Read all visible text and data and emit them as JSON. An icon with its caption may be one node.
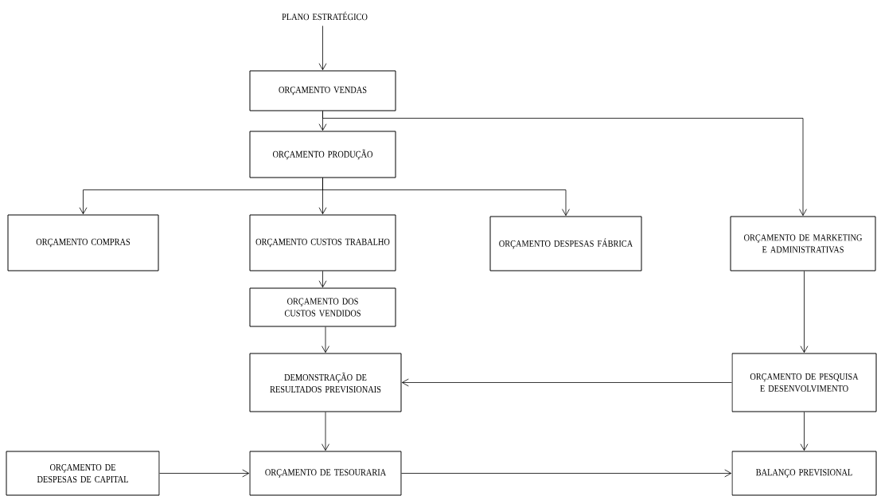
{
  "diagram": {
    "nodes": [
      {
        "text": [
          "PLANO ESTRATÉGICO"
        ]
      },
      {
        "text": [
          "ORÇAMENTO VENDAS"
        ]
      },
      {
        "text": [
          "ORÇAMENTO PRODUÇÃO"
        ]
      },
      {
        "text": [
          "ORÇAMENTO COMPRAS"
        ]
      },
      {
        "text": [
          "ORÇAMENTO CUSTOS TRABALHO"
        ]
      },
      {
        "text": [
          "ORÇAMENTO DESPESAS FÁBRICA"
        ]
      },
      {
        "text": [
          "ORÇAMENTO DE MARKETING E ADMINISTRATIVAS"
        ]
      },
      {
        "text": [
          "ORÇAMENTO DOS CUSTOS VENDIDOS"
        ]
      },
      {
        "text": [
          "DEMONSTRAÇÃO DE RESULTADOS PREVISIONAIS"
        ]
      },
      {
        "text": [
          "ORÇAMENTO DE PESQUISA E DESENVOLVIMENTO"
        ]
      },
      {
        "text": [
          "ORÇAMENTO DE DESPESAS DE CAPITAL"
        ]
      },
      {
        "text": [
          "ORÇAMENTO DE TESOURARIA"
        ]
      },
      {
        "text": [
          "BALANÇO PREVISIONAL"
        ]
      }
    ],
    "edges": [
      {
        "from": 0,
        "to": 1,
        "arrow": "to"
      },
      {
        "from": 1,
        "to": 2,
        "arrow": "to"
      },
      {
        "from": 1,
        "to": 6,
        "arrow": "to"
      },
      {
        "from": 2,
        "to": 3,
        "arrow": "to"
      },
      {
        "from": 2,
        "to": 4,
        "arrow": "to"
      },
      {
        "from": 2,
        "to": 5,
        "arrow": "to"
      },
      {
        "from": 4,
        "to": 7,
        "arrow": "to"
      },
      {
        "from": 7,
        "to": 8,
        "arrow": "to"
      },
      {
        "from": 6,
        "to": 9,
        "arrow": "to"
      },
      {
        "from": 9,
        "to": 8,
        "arrow": "to"
      },
      {
        "from": 8,
        "to": 11,
        "arrow": "to"
      },
      {
        "from": 9,
        "to": 12,
        "arrow": "to"
      },
      {
        "from": 10,
        "to": 11,
        "arrow": "to"
      },
      {
        "from": 11,
        "to": 12,
        "arrow": "to"
      }
    ]
  }
}
